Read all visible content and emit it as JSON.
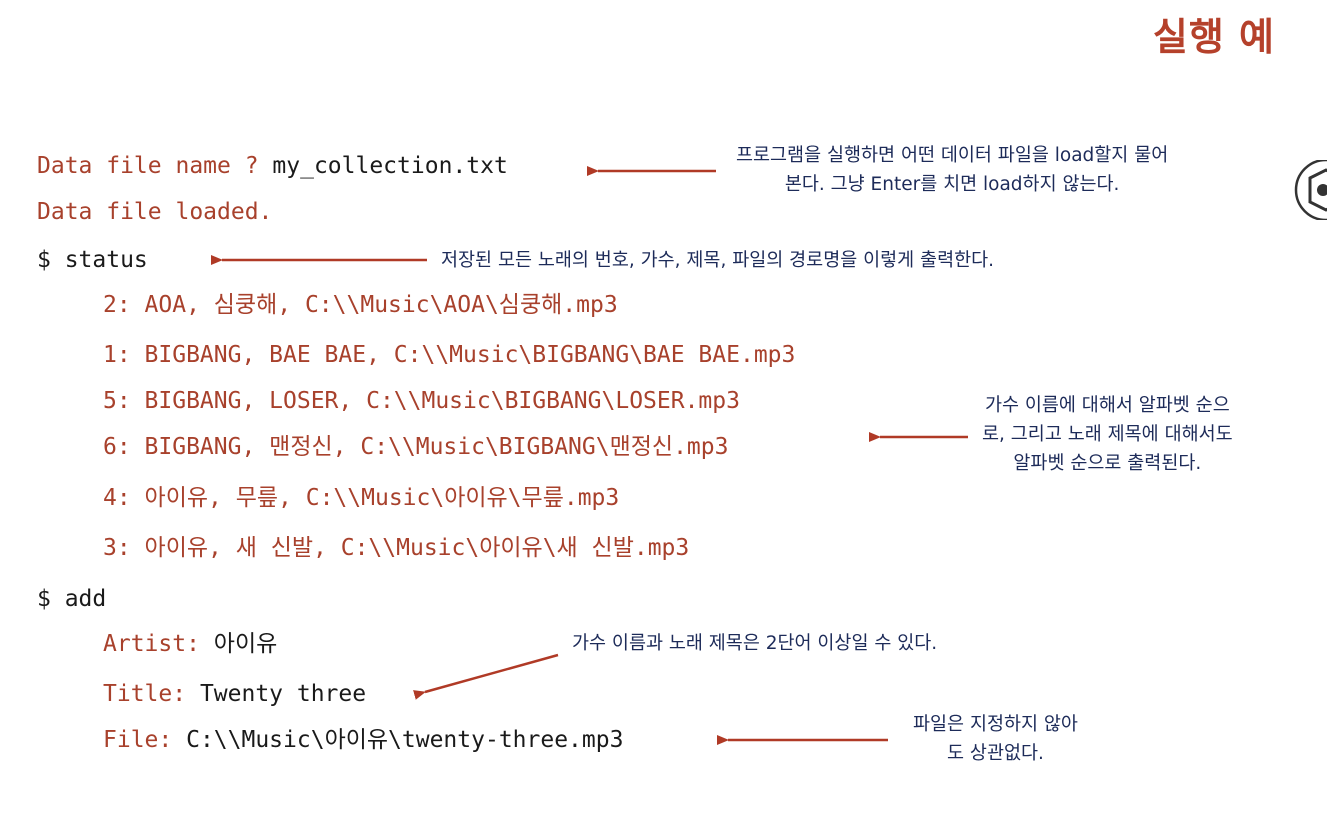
{
  "title": "실행 예",
  "lines": {
    "prompt_label": "Data file name ? ",
    "prompt_value": "my_collection.txt",
    "loaded": "Data file loaded.",
    "cmd_status": "$ status",
    "songs": [
      "2: AOA, 심쿵해, C:\\\\Music\\AOA\\심쿵해.mp3",
      "1: BIGBANG, BAE BAE, C:\\\\Music\\BIGBANG\\BAE BAE.mp3",
      "5: BIGBANG, LOSER, C:\\\\Music\\BIGBANG\\LOSER.mp3",
      "6: BIGBANG, 맨정신, C:\\\\Music\\BIGBANG\\맨정신.mp3",
      "4: 아이유, 무릎, C:\\\\Music\\아이유\\무릎.mp3",
      "3: 아이유, 새 신발, C:\\\\Music\\아이유\\새 신발.mp3"
    ],
    "cmd_add": "$ add",
    "artist_label": "Artist: ",
    "artist_value": "아이유",
    "title_label": "Title: ",
    "title_value": "Twenty three",
    "file_label": "File: ",
    "file_value": "C:\\\\Music\\아이유\\twenty-three.mp3"
  },
  "notes": {
    "load_line1": "프로그램을 실행하면 어떤 데이터 파일을 load할지 물어",
    "load_line2": "본다. 그냥 Enter를 치면 load하지 않는다.",
    "status": "저장된 모든 노래의 번호, 가수, 제목, 파일의 경로명을 이렇게 출력한다.",
    "sort_line1": "가수 이름에 대해서 알파벳 순으",
    "sort_line2": "로, 그리고 노래 제목에 대해서도",
    "sort_line3": "알파벳 순으로 출력된다.",
    "multiword": "가수 이름과 노래 제목은 2단어 이상일 수 있다.",
    "file_line1": "파일은 지정하지 않아",
    "file_line2": "도 상관없다."
  },
  "colors": {
    "accent": "#b5412b",
    "prompt_red": "#a8412c",
    "note_navy": "#1d2b59",
    "arrow": "#b03a26"
  }
}
